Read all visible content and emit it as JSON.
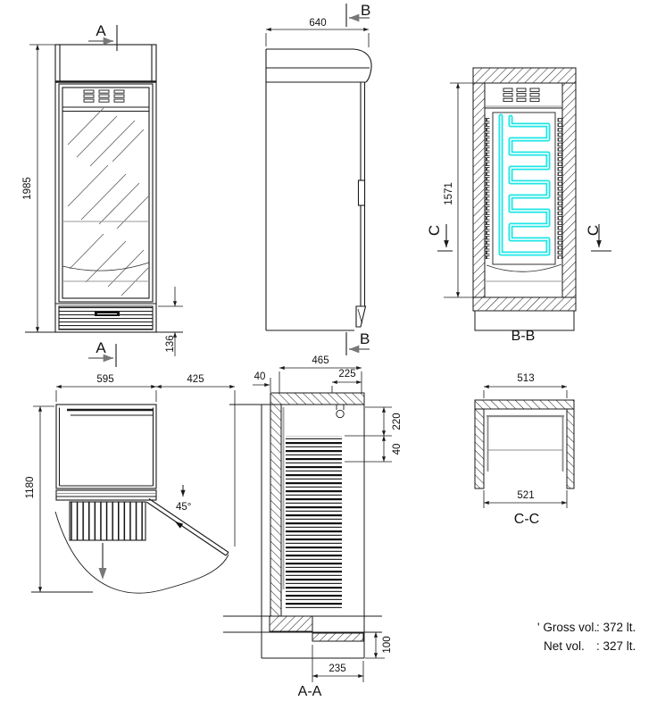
{
  "colors": {
    "line": "#1a1a1a",
    "gray": "#8c8c8c",
    "evaporator_cyan": "#1fe6e6"
  },
  "front_view": {
    "marker_top": "A",
    "marker_bottom": "A",
    "dim_overall_height": "1985",
    "dim_plinth_height": "136"
  },
  "side_view": {
    "marker_top": "B",
    "marker_bottom": "B",
    "dim_overall_depth": "640"
  },
  "section_bb": {
    "label": "B-B",
    "dim_interior_height": "1571",
    "marker_left": "C",
    "marker_right": "C"
  },
  "plan_view": {
    "dim_cabinet_width": "595",
    "dim_door_swing": "425",
    "dim_overall_depth_door_open": "1180",
    "door_opening_angle": "45°"
  },
  "section_aa": {
    "label": "A-A",
    "dim_interior_depth": "465",
    "dim_wall_thickness": "40",
    "dim_top_recess": "225",
    "dim_upper_right": "220",
    "dim_mid_right": "40",
    "dim_plinth_recess_height": "100",
    "dim_plinth_recess_depth": "235"
  },
  "section_cc": {
    "label": "C-C",
    "dim_interior_width_top": "513",
    "dim_interior_width_bottom": "521"
  },
  "volumes": {
    "gross_label": "' Gross vol.",
    "gross_value": ": 372 lt.",
    "net_label": "Net vol.",
    "net_value": ": 327 lt."
  }
}
